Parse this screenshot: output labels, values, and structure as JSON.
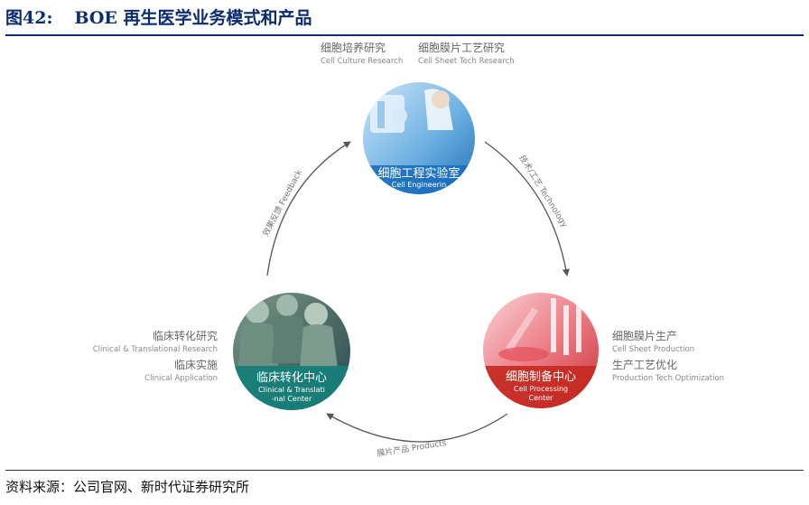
{
  "header": {
    "figure_no": "图42:",
    "title": "BOE 再生医学业务模式和产品"
  },
  "footer": {
    "source": "资料来源：公司官网、新时代证券研究所"
  },
  "nodes": {
    "top": {
      "zh": "细胞工程实验室",
      "en": "Cell Engineerin",
      "color": "#1c6fbe"
    },
    "right": {
      "zh": "细胞制备中心",
      "en1": "Cell Processing",
      "en2": "Center",
      "color": "#c42a22"
    },
    "left": {
      "zh": "临床转化中心",
      "en1": "Clinical & Translati",
      "en2": "-nal Center",
      "color": "#16807a"
    }
  },
  "labels": {
    "top_left_zh": "细胞培养研究",
    "top_left_en": "Cell Culture Research",
    "top_right_zh": "细胞膜片工艺研究",
    "top_right_en": "Cell Sheet Tech Research",
    "right_1_zh": "细胞膜片生产",
    "right_1_en": "Cell Sheet Production",
    "right_2_zh": "生产工艺优化",
    "right_2_en": "Production Tech Optimization",
    "left_1_zh": "临床转化研究",
    "left_1_en": "Clinical & Translational Research",
    "left_2_zh": "临床实施",
    "left_2_en": "Clinical Application"
  },
  "arrows": {
    "technology": "技术/工艺 Technology",
    "products": "膜片产品  Products",
    "feedback": "效果反馈 Feedback"
  }
}
